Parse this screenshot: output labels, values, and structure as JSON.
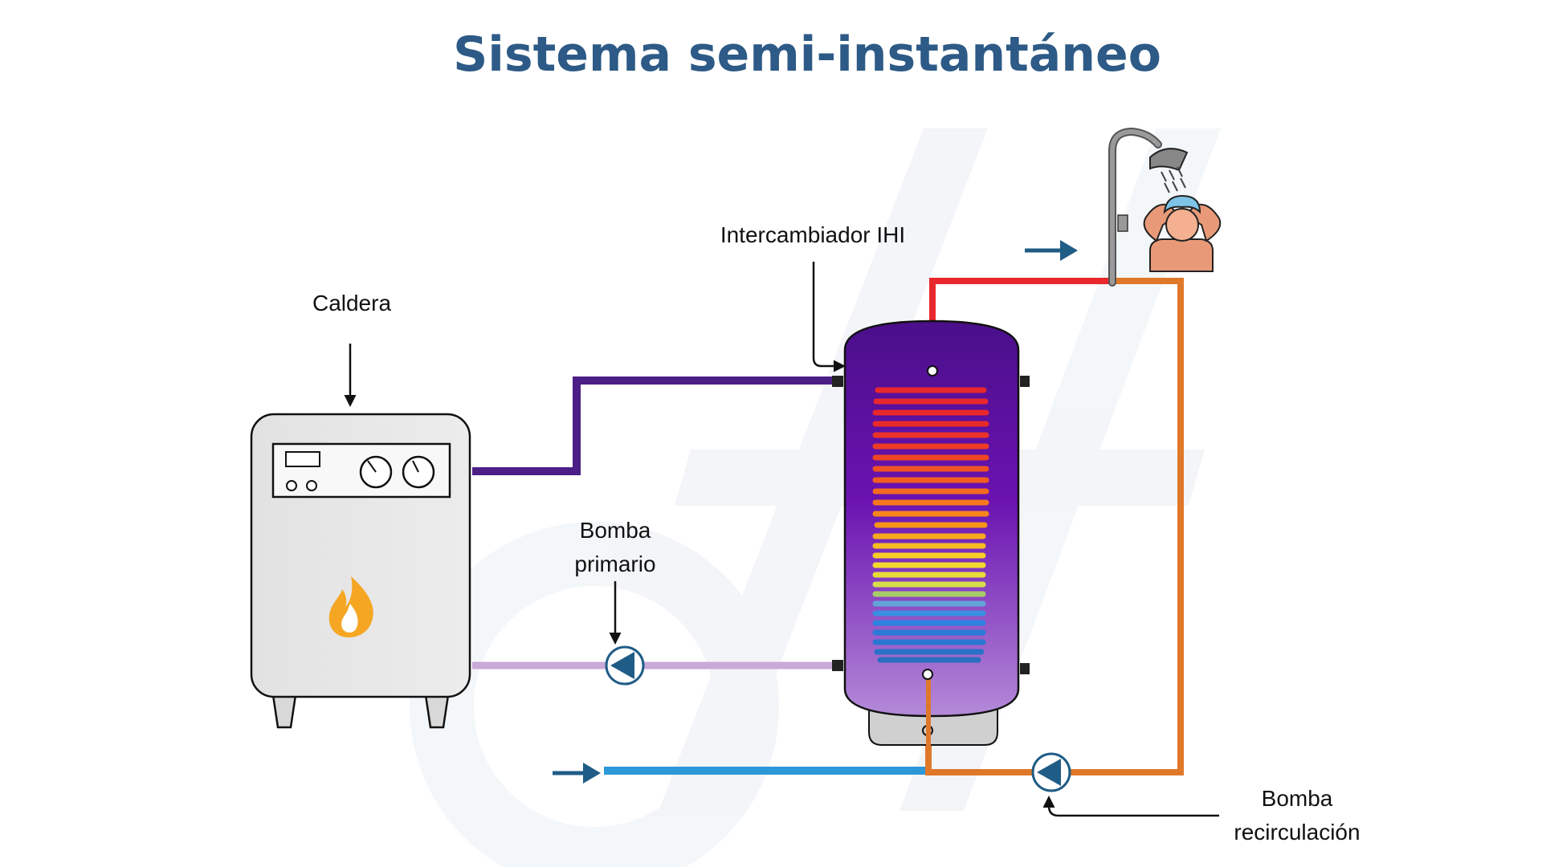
{
  "title": "Sistema semi-instantáneo",
  "labels": {
    "boiler": "Caldera",
    "exchanger": "Intercambiador IHI",
    "primary_pump_line1": "Bomba",
    "primary_pump_line2": "primario",
    "recirc_pump_line1": "Bomba",
    "recirc_pump_line2": "recirculación"
  },
  "colors": {
    "title": "#2d5a86",
    "primary_supply": "#4b1f86",
    "primary_return": "#c9a9d8",
    "hot_water": "#e8282c",
    "recirculation": "#e0782a",
    "cold_water": "#2d98d8",
    "flow_arrow": "#1f5c86",
    "boiler_body": "#e8e8e8",
    "pump": "#1f5c86",
    "flame": "#f5a623"
  },
  "icons": {
    "boiler": "boiler-icon",
    "flame": "flame-icon",
    "tank": "storage-tank-icon",
    "shower": "shower-icon",
    "person": "person-showering-icon",
    "pump": "circulation-pump-icon",
    "flow": "flow-arrow-icon"
  }
}
